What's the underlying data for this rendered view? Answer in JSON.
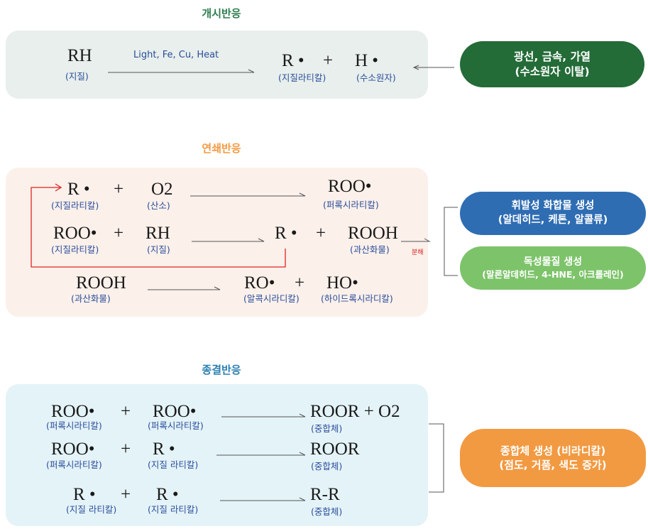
{
  "initiation": {
    "title": "개시반응",
    "rh": "RH",
    "rh_label": "(지질)",
    "conditions": "Light, Fe, Cu, Heat",
    "r": "R •",
    "plus": "+",
    "h": "H •",
    "r_label": "(지질라티칼)",
    "h_label": "(수소원자)",
    "pill_line1": "광선, 금속, 가열",
    "pill_line2": "(수소원자 이탈)"
  },
  "propagation": {
    "title": "연쇄반응",
    "r1_a": "R •",
    "r1_a_label": "(지질라티칼)",
    "r1_plus": "+",
    "r1_b": "O2",
    "r1_b_label": "(산소)",
    "r1_prod": "ROO•",
    "r1_prod_label": "(퍼록시라티칼)",
    "r2_a": "ROO•",
    "r2_a_label": "(지질라티칼)",
    "r2_plus": "+",
    "r2_b": "RH",
    "r2_b_label": "(지질)",
    "r2_prod1": "R •",
    "r2_plus2": "+",
    "r2_prod2": "ROOH",
    "r2_prod2_label": "(과산화물)",
    "decomp": "분해",
    "r3_a": "ROOH",
    "r3_a_label": "(과산화물)",
    "r3_prod1": "RO•",
    "r3_plus": "+",
    "r3_prod2": "HO•",
    "r3_prod1_label": "(알콕시라디칼)",
    "r3_prod2_label": "(하이드록시라디칼)",
    "pill_blue_line1": "휘발성 화합물 생성",
    "pill_blue_line2": "(알데히드, 케톤, 알콜류)",
    "pill_green_line1": "독성물질 생성",
    "pill_green_line2": "(말론알데히드, 4-HNE, 아크롤레인)"
  },
  "termination": {
    "title": "종결반응",
    "t1_a": "ROO•",
    "t1_a_label": "(퍼록시라티칼)",
    "t1_plus": "+",
    "t1_b": "ROO•",
    "t1_b_label": "(퍼록시라티칼)",
    "t1_prod": "ROOR + O2",
    "t1_prod_label": "(중합체)",
    "t2_a": "ROO•",
    "t2_a_label": "(퍼록시라티칼)",
    "t2_plus": "+",
    "t2_b": "R •",
    "t2_b_label": "(지질 라티칼)",
    "t2_prod": "ROOR",
    "t2_prod_label": "(중합체)",
    "t3_a": "R •",
    "t3_a_label": "(지질 라티칼)",
    "t3_plus": "+",
    "t3_b": "R •",
    "t3_b_label": "(지질 라티칼)",
    "t3_prod": "R-R",
    "t3_prod_label": "(중합체)",
    "pill_line1": "종합체 생성 (비라디칼)",
    "pill_line2": "(점도, 거품, 색도 증가)"
  },
  "colors": {
    "initiation_title": "#2e7d4f",
    "initiation_bg": "#e8efec",
    "initiation_pill": "#236b37",
    "propagation_title": "#f29a42",
    "propagation_bg": "#fbf0ea",
    "blue_pill": "#2f6db3",
    "green_pill": "#7dc36a",
    "cycle_line": "#e02424",
    "termination_title": "#2b7fb0",
    "termination_bg": "#e4f3f8",
    "termination_pill": "#f29a42",
    "label": "#2a4d9b"
  }
}
